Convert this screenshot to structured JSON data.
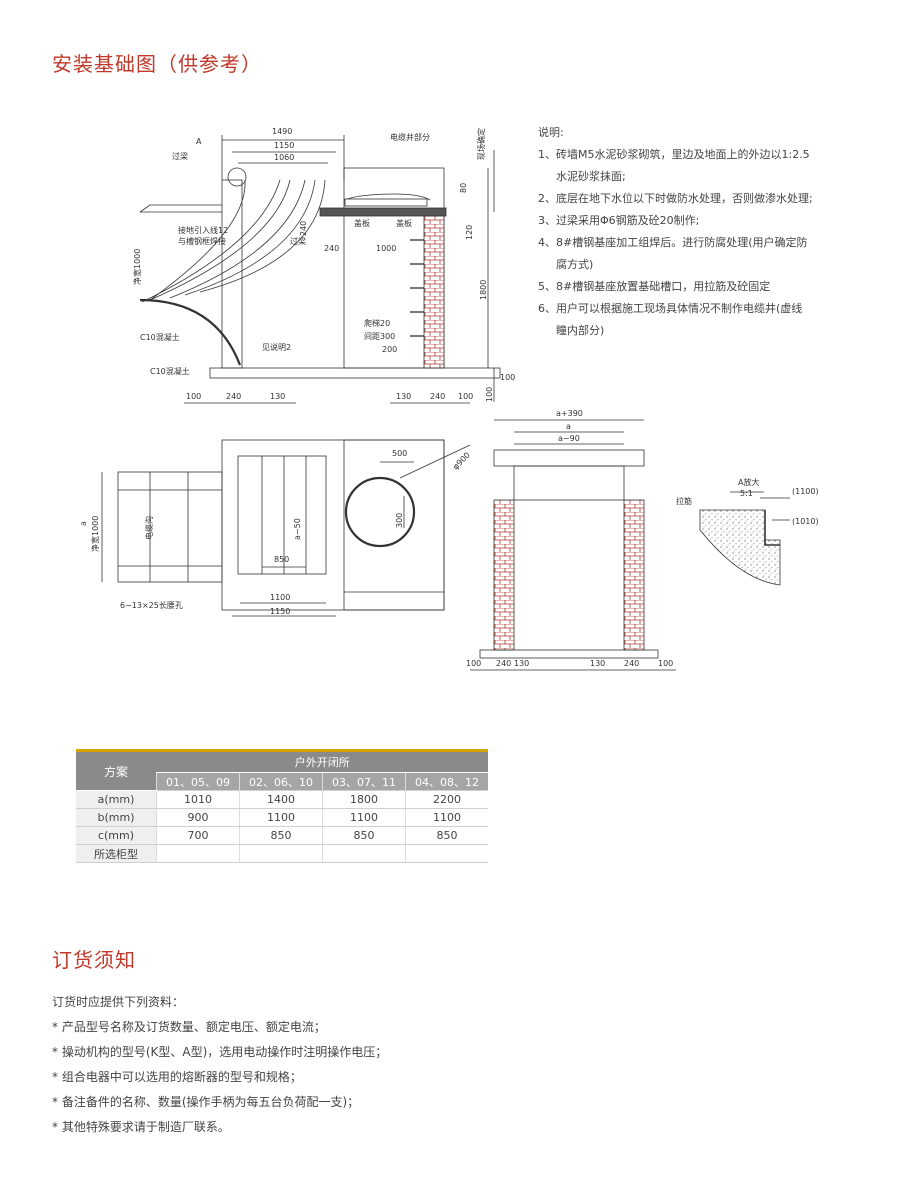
{
  "section1_title": "安装基础图（供参考）",
  "drawing_labels": {
    "A": "A",
    "beam": "过梁",
    "cable_well_part": "电缆井部分",
    "site_confirm": "现场确定",
    "d1490": "1490",
    "d1150": "1150",
    "d1060": "1060",
    "d80": "80",
    "cover1": "盖板",
    "cover2": "盖板",
    "d120": "120",
    "d1800": "1800",
    "wire_note1": "接地引入线12",
    "wire_note2": "与槽钢框焊接",
    "clear_width": "净宽1000",
    "beam2": "过梁",
    "d240": "240",
    "d240b": "240",
    "d1000": "1000",
    "c10_1": "C10混凝土",
    "c10_2": "C10混凝土",
    "see_note": "见说明2",
    "ladder1": "爬梯20",
    "ladder2": "间距300",
    "d200": "200",
    "d100_r": "100",
    "d100_r2": "100",
    "bot_left": [
      "100",
      "240",
      "130"
    ],
    "bot_right": [
      "130",
      "240",
      "100"
    ],
    "d500": "500",
    "phi900": "φ900",
    "a_label": "a",
    "clear_width2": "净宽1000",
    "cable_trench": "电缆沟",
    "a_minus_50": "a−50",
    "d300": "300",
    "d850": "850",
    "d1100": "1100",
    "d1150b": "1150",
    "slot_holes": "6−13×25长腰孔",
    "a_plus_390": "a+390",
    "a2": "a",
    "a_minus_90": "a−90",
    "sec_bot": [
      "100",
      "240",
      "130",
      "130",
      "240",
      "100"
    ],
    "detail_title": "A放大",
    "detail_scale": "5:1",
    "detail_rebar": "拉筋",
    "detail_1100": "(1100)",
    "detail_1010": "(1010)"
  },
  "notes": {
    "heading": "说明:",
    "lines": [
      "1、砖墙M5水泥砂浆砌筑，里边及地面上的外边以1:2.5",
      "水泥砂浆抹面;",
      "2、底层在地下水位以下时做防水处理，否则做渗水处理;",
      "3、过梁采用Φ6钢筋及砼20制作;",
      "4、8#槽钢基座加工组焊后。进行防腐处理(用户确定防",
      "腐方式)",
      "5、8#槽钢基座放置基础槽口，用拉筋及砼固定",
      "6、用户可以根据施工现场具体情况不制作电缆井(虚线",
      "瞳内部分)"
    ]
  },
  "table": {
    "col_header": "方案",
    "span_header": "户外开闭所",
    "schemes": [
      "01、05、09",
      "02、06、10",
      "03、07、11",
      "04、08、12"
    ],
    "rows": [
      {
        "label": "a(mm)",
        "values": [
          "1010",
          "1400",
          "1800",
          "2200"
        ]
      },
      {
        "label": "b(mm)",
        "values": [
          "900",
          "1100",
          "1100",
          "1100"
        ]
      },
      {
        "label": "c(mm)",
        "values": [
          "700",
          "850",
          "850",
          "850"
        ]
      },
      {
        "label": "所选柜型",
        "values": [
          "",
          "",
          "",
          ""
        ]
      }
    ]
  },
  "section2_title": "订货须知",
  "order": {
    "intro": "订货时应提供下列资料：",
    "items": [
      "* 产品型号名称及订货数量、额定电压、额定电流；",
      "* 操动机构的型号(K型、A型)，选用电动操作时注明操作电压；",
      "* 组合电器中可以选用的熔断器的型号和规格；",
      "* 备注备件的名称、数量(操作手柄为每五台负荷配一支)；",
      "* 其他特殊要求请于制造厂联系。"
    ]
  },
  "colors": {
    "title_red": "#c0392b",
    "rule_gold": "#d4a500",
    "brick": "#b03a2e"
  }
}
